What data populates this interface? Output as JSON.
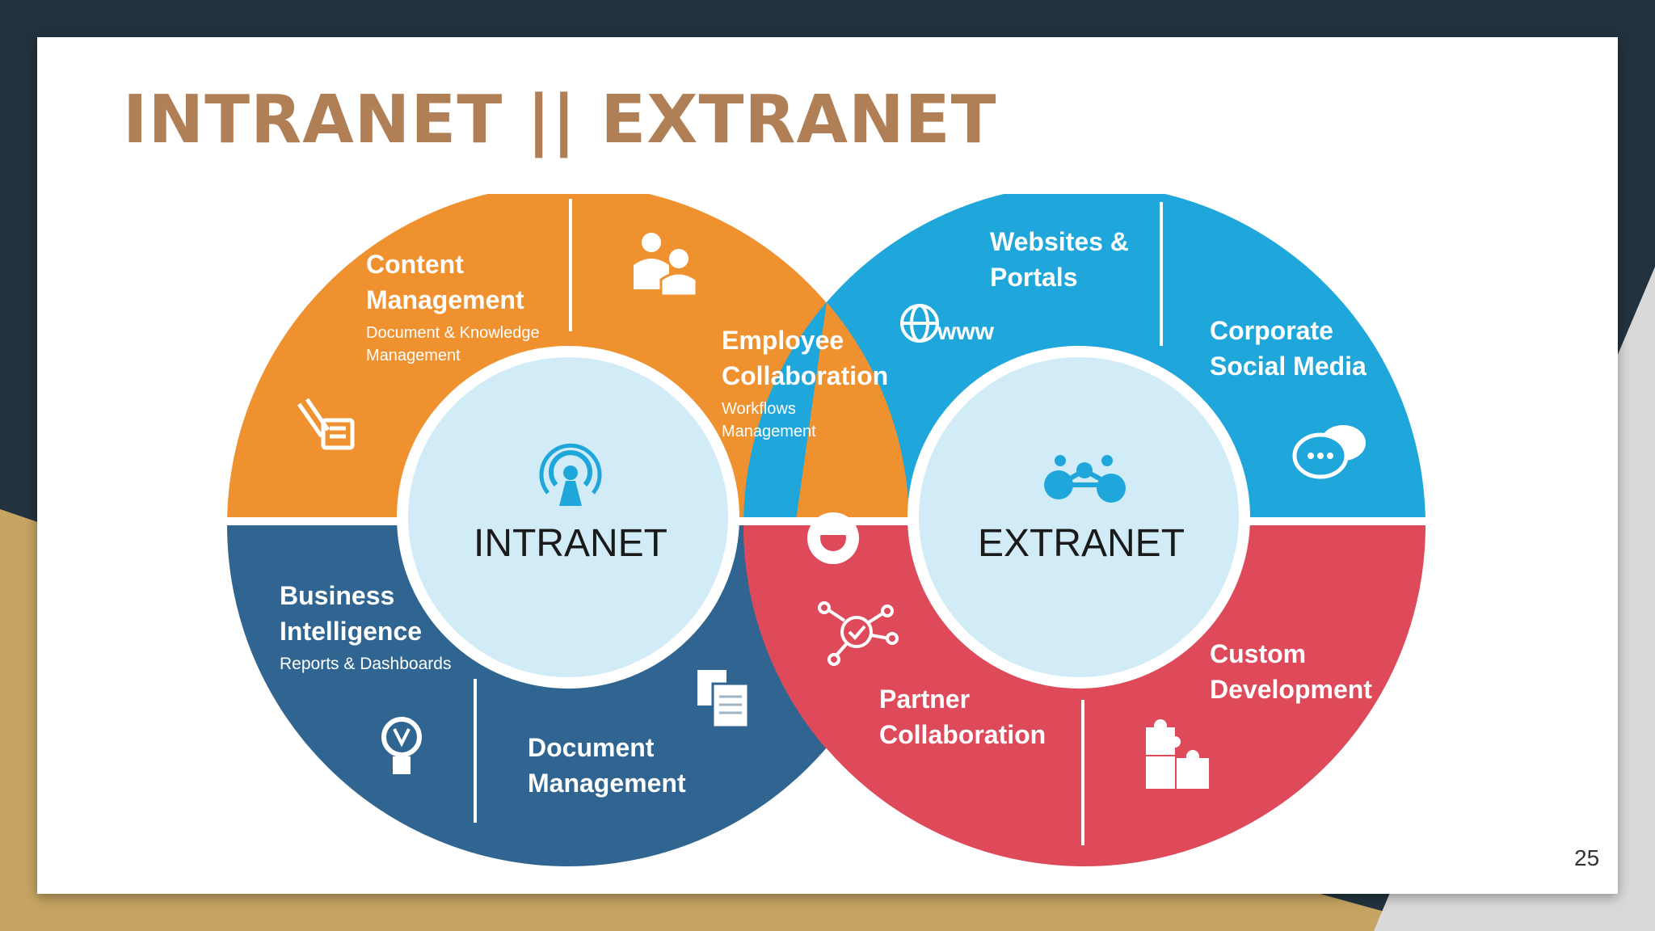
{
  "slide": {
    "title": "INTRANET || EXTRANET",
    "page_number": "25"
  },
  "colors": {
    "background_dark": "#22333f",
    "background_gold": "#c6a462",
    "title": "#b07f55",
    "orange": "#f0912f",
    "blue_dark": "#2f6590",
    "cyan": "#1fa7dc",
    "red": "#de4a5a",
    "hub_fill": "#d2ecf7"
  },
  "intranet": {
    "center_label": "INTRANET",
    "content_management": {
      "title_line1": "Content",
      "title_line2": "Management",
      "sub_line1": "Document & Knowledge",
      "sub_line2": "Management",
      "icon": "pen-document-icon"
    },
    "employee_collaboration": {
      "title_line1": "Employee",
      "title_line2": "Collaboration",
      "sub_line1": "Workflows",
      "sub_line2": "Management",
      "icon": "people-icon"
    },
    "business_intelligence": {
      "title_line1": "Business",
      "title_line2": "Intelligence",
      "sub_line1": "Reports & Dashboards",
      "icon": "lightbulb-icon"
    },
    "document_management": {
      "title_line1": "Document",
      "title_line2": "Management",
      "icon": "documents-icon"
    }
  },
  "extranet": {
    "center_label": "EXTRANET",
    "websites_portals": {
      "title_line1": "Websites &",
      "title_line2": "Portals",
      "icon_text": "www",
      "icon": "globe-icon"
    },
    "corporate_social_media": {
      "title_line1": "Corporate",
      "title_line2": "Social Media",
      "icon": "chat-bubbles-icon"
    },
    "partner_collaboration": {
      "title_line1": "Partner",
      "title_line2": "Collaboration",
      "icon": "network-target-icon"
    },
    "custom_development": {
      "title_line1": "Custom",
      "title_line2": "Development",
      "icon": "puzzle-icon"
    }
  }
}
